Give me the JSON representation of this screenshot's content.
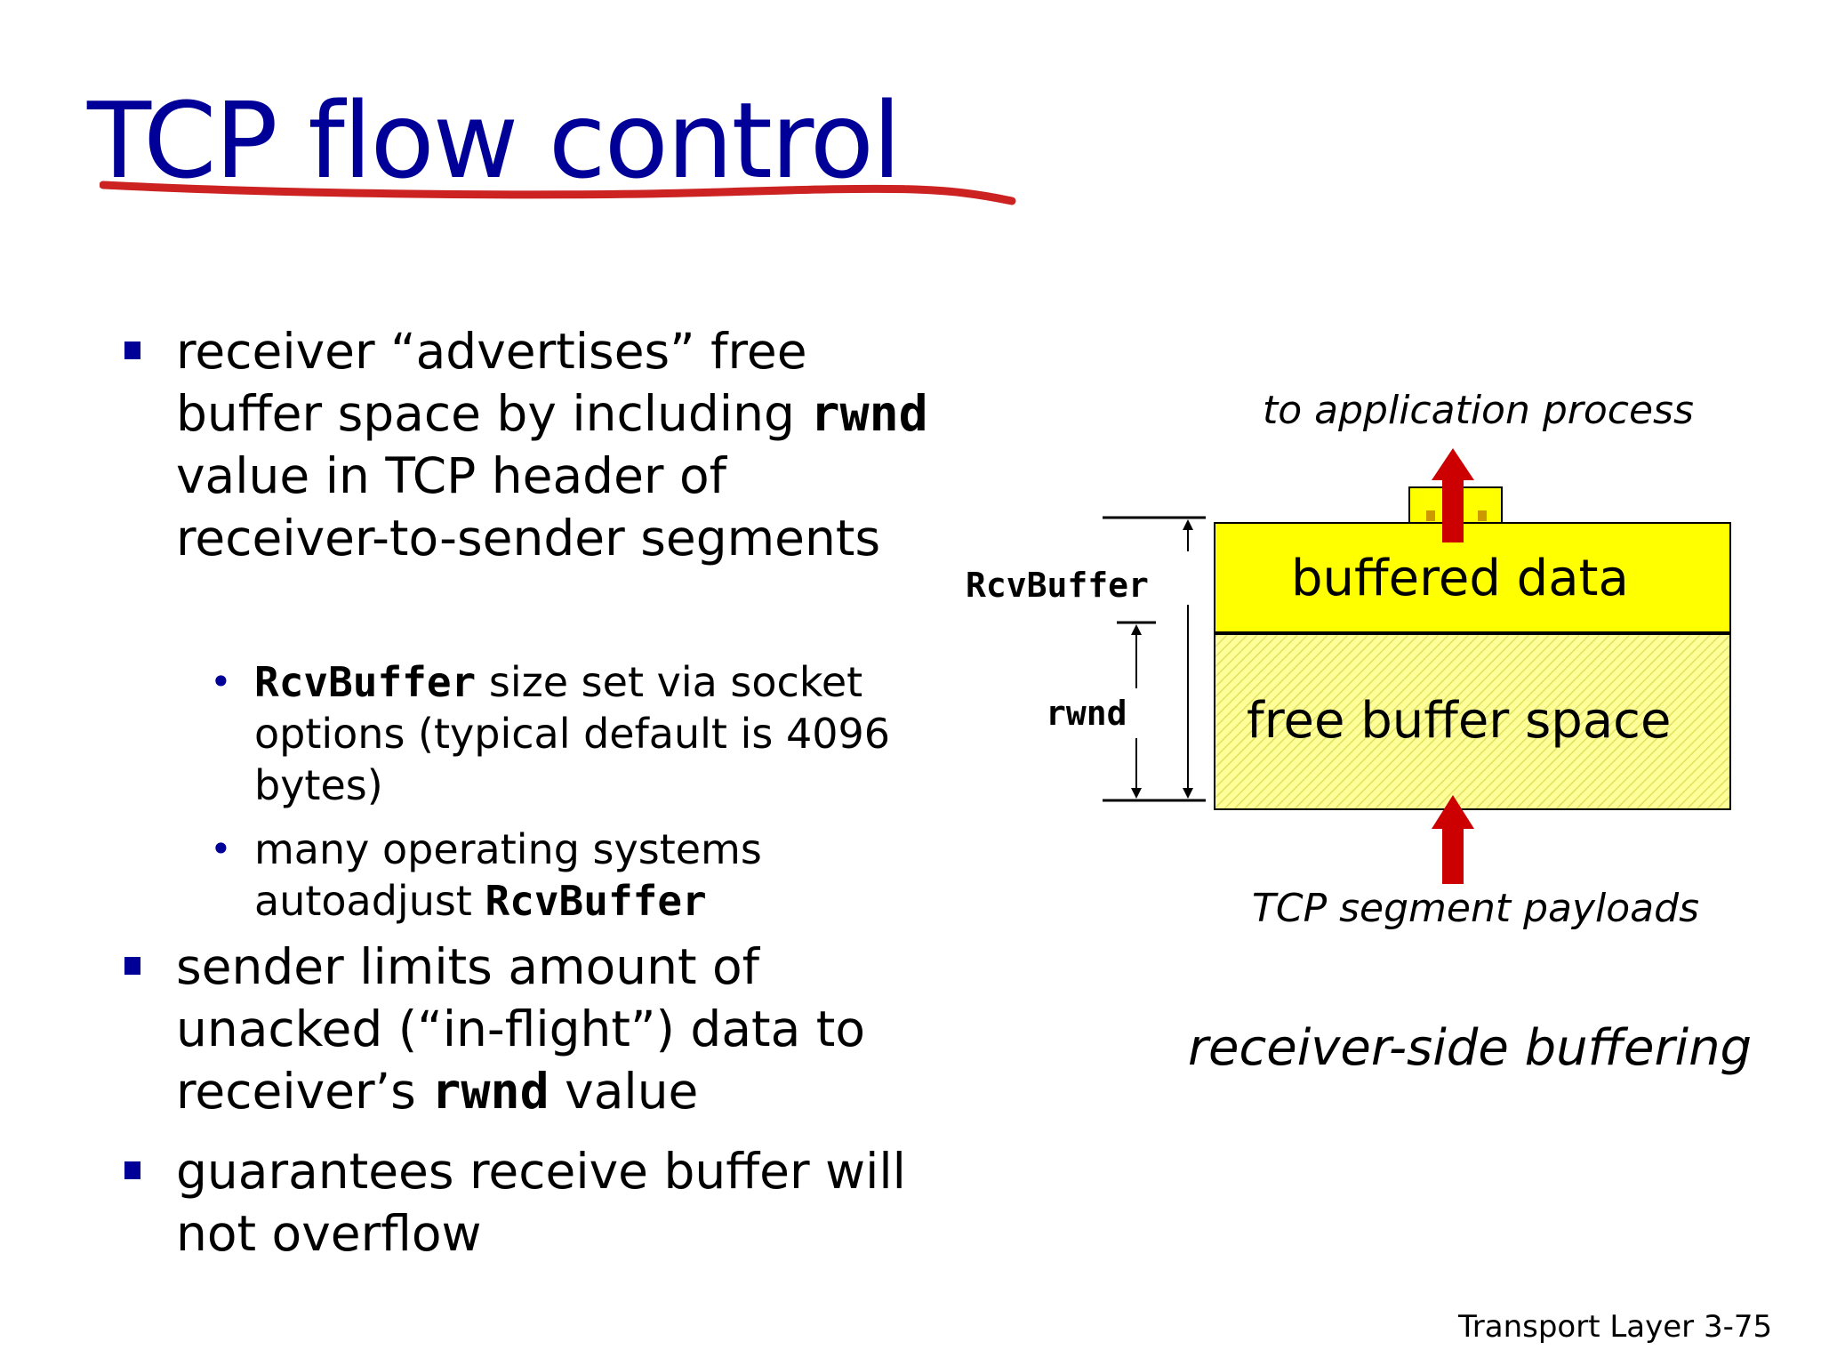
{
  "title": "TCP flow control",
  "bullets": [
    {
      "parts": [
        "receiver “advertises” free buffer space by including ",
        "rwnd",
        " value in TCP header of receiver-to-sender segments"
      ]
    },
    {
      "parts": [
        "sender limits amount of unacked (“in-flight”) data to receiver’s ",
        "rwnd",
        "  value"
      ]
    },
    {
      "parts": [
        "guarantees receive buffer will not overflow"
      ]
    }
  ],
  "subbullets": [
    {
      "parts": [
        "RcvBuffer",
        "  size set via socket options (typical default is 4096 bytes)"
      ]
    },
    {
      "parts": [
        "many operating systems autoadjust ",
        "RcvBuffer"
      ]
    }
  ],
  "diagram": {
    "to_application": "to application process",
    "segment_payloads": "TCP segment payloads",
    "buffered_data": "buffered data",
    "free_space": "free buffer space",
    "rcvbuffer_label": "RcvBuffer",
    "rwnd_label": "rwnd",
    "caption": "receiver-side buffering",
    "colors": {
      "buffer_yellow": "#ffff00",
      "free_yellow": "#ffff99",
      "arrow_red": "#cc0000",
      "title_blue": "#000099",
      "underline_red": "#cc2222"
    }
  },
  "footer": {
    "section": "Transport Layer",
    "page": "3-75"
  }
}
